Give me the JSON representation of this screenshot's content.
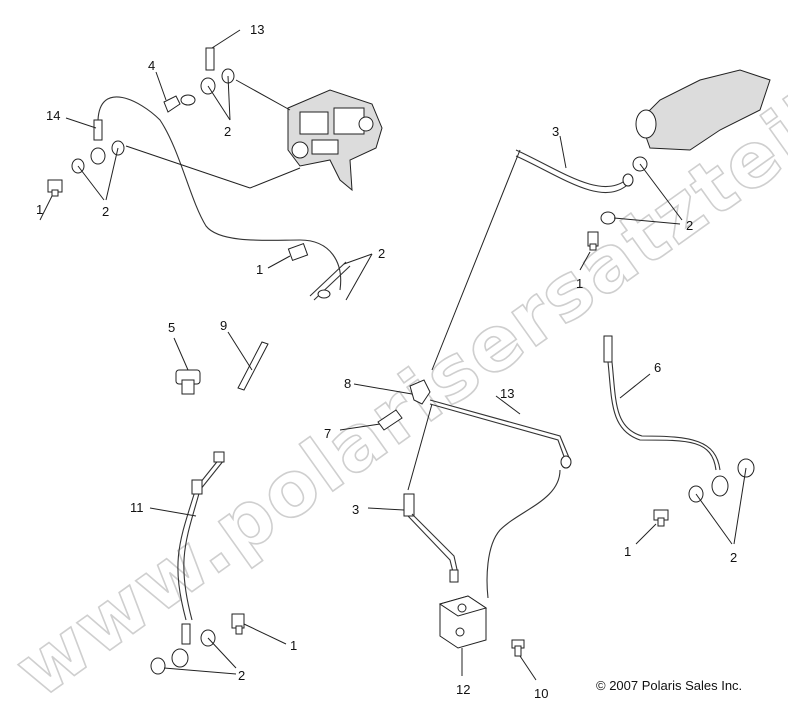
{
  "watermark": "www.polarisersatzteile.de",
  "copyright": "© 2007 Polaris Sales Inc.",
  "callouts": {
    "c13a": "13",
    "c4": "4",
    "c14": "14",
    "c2a": "2",
    "c2b": "2",
    "c1a": "1",
    "c1b": "1",
    "c2c": "2",
    "c3a": "3",
    "c2d": "2",
    "c1c": "1",
    "c5": "5",
    "c9": "9",
    "c8": "8",
    "c13b": "13",
    "c7": "7",
    "c6": "6",
    "c11": "11",
    "c3b": "3",
    "c1d": "1",
    "c2e": "2",
    "c1e": "1",
    "c2f": "2",
    "c12": "12",
    "c10": "10"
  }
}
